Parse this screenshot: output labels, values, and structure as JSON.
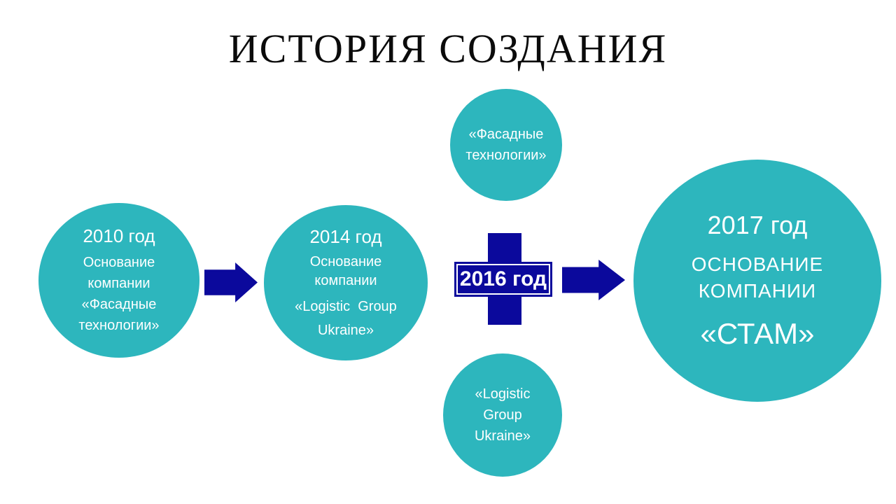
{
  "slide": {
    "title": "ИСТОРИЯ СОЗДАНИЯ",
    "colors": {
      "circle_fill": "#2db6bd",
      "shape_fill": "#0b099c",
      "text_on_shapes": "#ffffff",
      "title_text": "#0b0b0b"
    },
    "timeline": {
      "stage_2010": {
        "year": "2010 год",
        "label": "Основание\nкомпании\n«Фасадные\nтехнологии»"
      },
      "stage_2014": {
        "year": "2014 год",
        "label_top": "Основание\nкомпании",
        "label_mid": "«Logistic  Group",
        "label_bottom": "Ukraine»"
      },
      "stage_2016": {
        "year": "2016 год",
        "company_top": "«Фасадные\nтехнологии»",
        "company_bottom": "«Logistic\nGroup\nUkraine»"
      },
      "stage_2017": {
        "year": "2017 год",
        "label": "ОСНОВАНИЕ\nКОМПАНИИ",
        "company": "«СТАМ»"
      }
    }
  }
}
